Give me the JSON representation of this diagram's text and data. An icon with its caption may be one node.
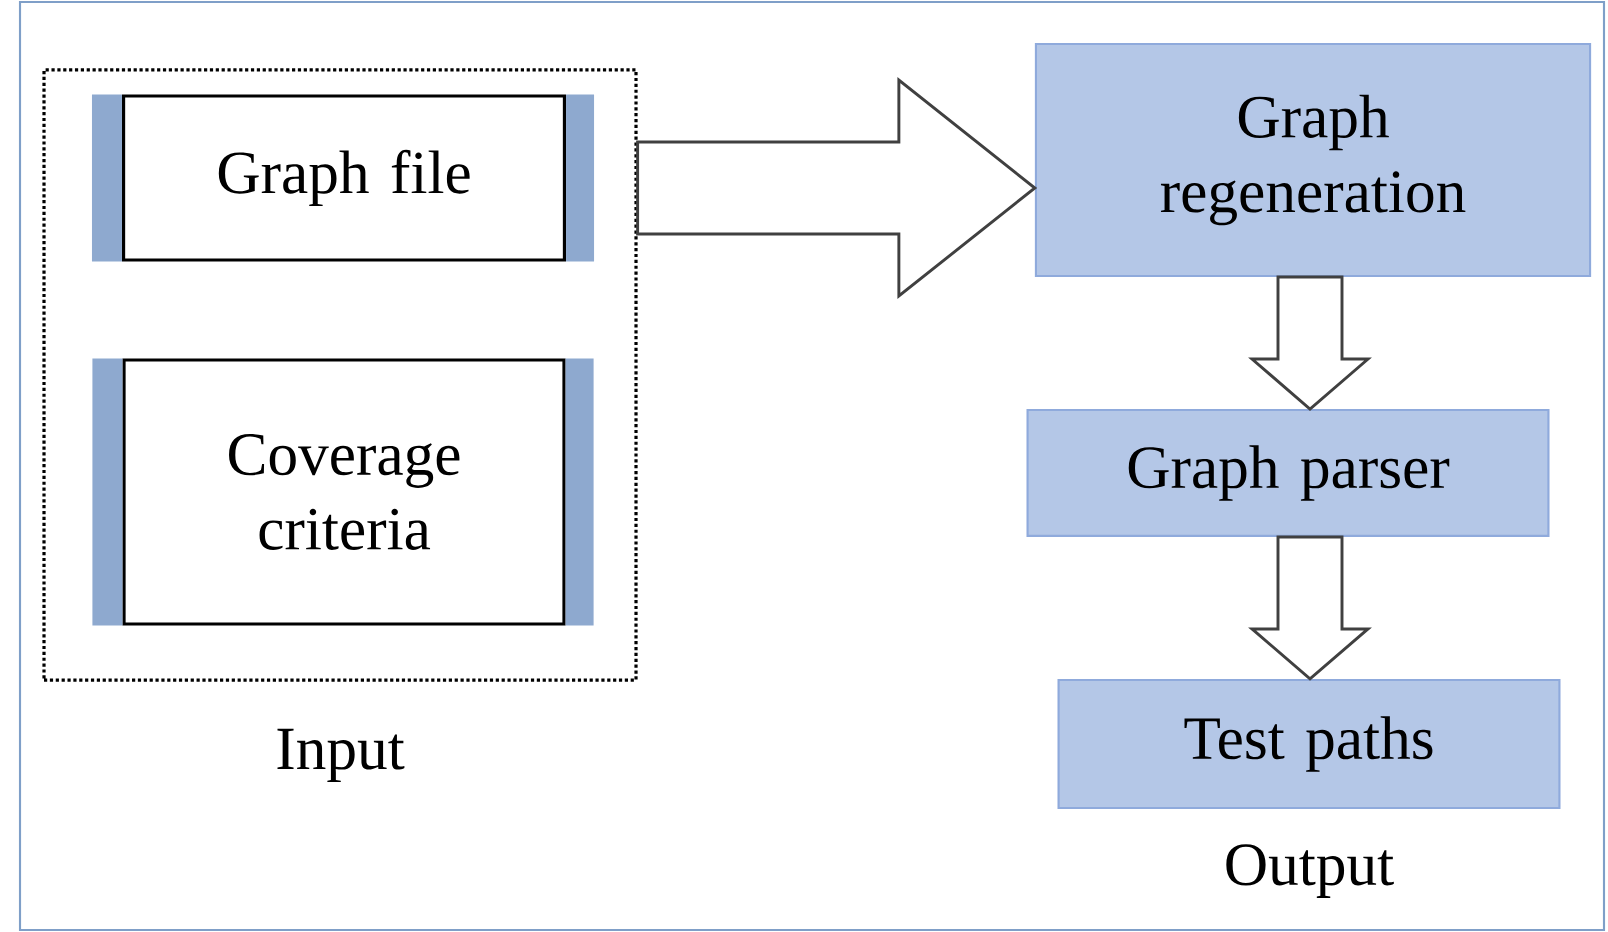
{
  "diagram": {
    "nodes": [
      {
        "text": [
          "Input"
        ]
      },
      {
        "text": [
          "Graph file"
        ],
        "in": 0
      },
      {
        "text": [
          "Coverage criteria"
        ],
        "in": 0
      },
      {
        "text": [
          "Graph regeneration"
        ]
      },
      {
        "text": [
          "Graph parser"
        ]
      },
      {
        "text": [
          "Test paths"
        ],
        "beside": [
          "Output"
        ]
      }
    ],
    "edges": [
      {
        "from": 0,
        "to": 3,
        "arrow": "to"
      },
      {
        "from": 3,
        "to": 4,
        "arrow": "to"
      },
      {
        "from": 4,
        "to": 5,
        "arrow": "to"
      }
    ]
  }
}
